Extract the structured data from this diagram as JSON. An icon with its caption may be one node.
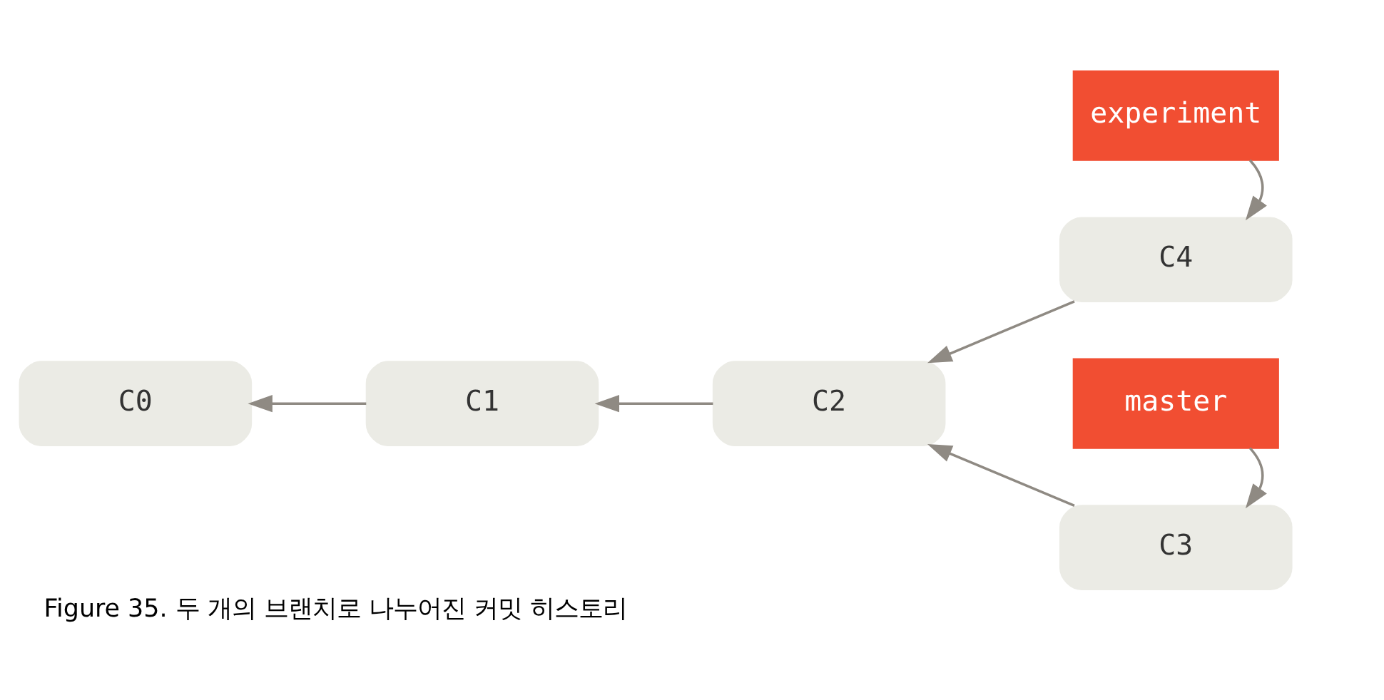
{
  "diagram": {
    "caption": "Figure 35. 두 개의 브랜치로 나누어진 커밋 히스토리",
    "nodes": [
      {
        "text": [
          "experiment"
        ]
      },
      {
        "text": [
          "C4"
        ]
      },
      {
        "text": [
          "C0"
        ]
      },
      {
        "text": [
          "C1"
        ]
      },
      {
        "text": [
          "C2"
        ]
      },
      {
        "text": [
          "C3"
        ]
      },
      {
        "text": [
          "master"
        ]
      }
    ],
    "edges": [
      {
        "from": 0,
        "to": 1,
        "arrow": "to"
      },
      {
        "from": 1,
        "to": 4,
        "arrow": "to"
      },
      {
        "from": 3,
        "to": 2,
        "arrow": "to"
      },
      {
        "from": 4,
        "to": 3,
        "arrow": "to"
      },
      {
        "from": 5,
        "to": 4,
        "arrow": "to"
      },
      {
        "from": 6,
        "to": 5,
        "arrow": "to"
      }
    ]
  }
}
